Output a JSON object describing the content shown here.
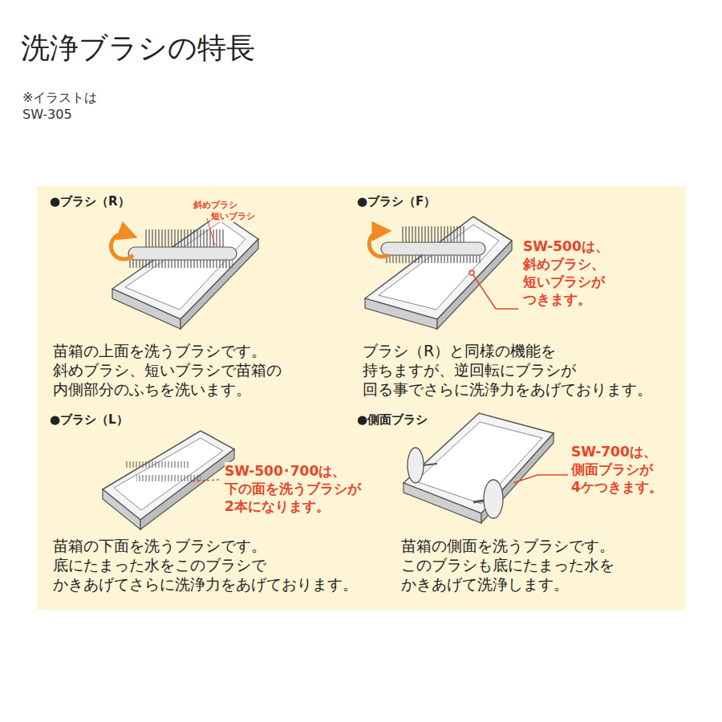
{
  "diagram": {
    "title": "洗浄ブラシの特長",
    "labels": [
      "※イラストは SW-305",
      "●ブラシ（R）",
      "斜めブラシ",
      "短いブラシ",
      "苗箱の上面を洗うブラシです。 斜めブラシ、短いブラシで苗箱の 内側部分のふちを洗います。",
      "●ブラシ（F）",
      "SW-500は、 斜めブラシ、 短いブラシが つきます。",
      "ブラシ（R）と同様の機能を 持ちますが、逆回転にブラシが 回る事でさらに洗浄力をあげております。",
      "●ブラシ（L）",
      "SW-500･700は、 下の面を洗うブラシが 2本になります。",
      "苗箱の下面を洗うブラシです。 底にたまった水をこのブラシで かきあげてさらに洗浄力をあげております。",
      "●側面ブラシ",
      "SW-700は、 側面ブラシが 4ケつきます。",
      "苗箱の側面を洗うブラシです。 このブラシも底にたまった水を かきあげて洗浄します。"
    ]
  }
}
